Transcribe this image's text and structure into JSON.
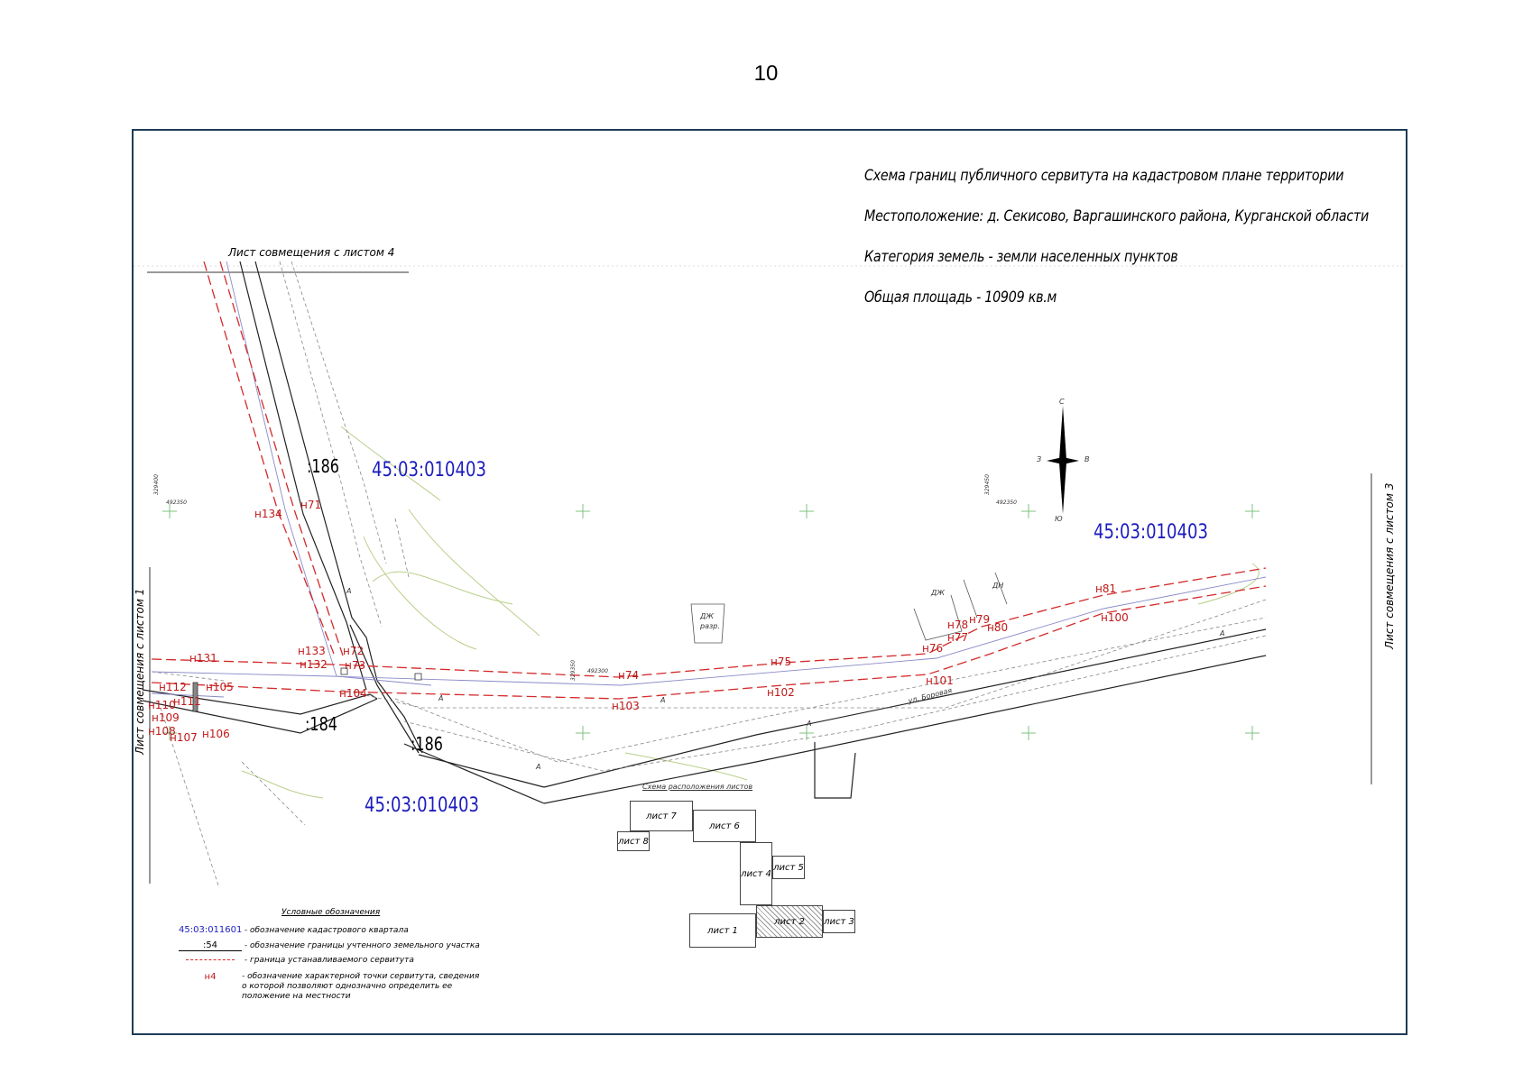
{
  "page_number": "10",
  "title": {
    "line1": "Схема границ публичного сервитута на кадастровом плане территории",
    "line2": "Местоположение: д. Секисово, Варгашинского района, Курганской области",
    "line3": "Категория земель - земли населенных пунктов",
    "line4": "Общая площадь - 10909 кв.м"
  },
  "match_lines": {
    "top": "Лист совмещения с листом 4",
    "left": "Лист совмещения с листом 1",
    "right": "Лист совмещения с листом 3"
  },
  "cadastral_quarters": {
    "q1": "45:03:010403",
    "q2": "45:03:010403",
    "q3": "45:03:010403"
  },
  "parcels": {
    "p1": ":186",
    "p2": ":186",
    "p3": ":184"
  },
  "points": {
    "n71": "н71",
    "n72": "н72",
    "n73": "н73",
    "n74": "н74",
    "n75": "н75",
    "n76": "н76",
    "n77": "н77",
    "n78": "н78",
    "n79": "н79",
    "n80": "н80",
    "n81": "н81",
    "n100": "н100",
    "n101": "н101",
    "n102": "н102",
    "n103": "н103",
    "n104": "н104",
    "n105": "н105",
    "n106": "н106",
    "n107": "н107",
    "n108": "н108",
    "n109": "н109",
    "n110": "н110",
    "n111": "н111",
    "n112": "н112",
    "n131": "н131",
    "n132": "н132",
    "n133": "н133",
    "n134": "н134"
  },
  "map_labels": {
    "street": "ул. Боровая",
    "compass_n": "С",
    "compass_s": "Ю",
    "compass_w": "З",
    "compass_e": "В",
    "dzh1": "ДЖ",
    "dzh1_sub": "разр.",
    "dzh2": "ДЖ",
    "dn": "ДН",
    "road_a1": "А",
    "road_a2": "А",
    "road_a3": "А",
    "road_a4": "А",
    "road_a5": "А",
    "road_a6": "А",
    "coord1": "492350",
    "coord1v": "329400",
    "coord2": "492350",
    "coord2v": "329450",
    "coord3": "492300",
    "coord3v": "329350"
  },
  "sheet_scheme": {
    "title": "Схема расположения листов",
    "sheets": [
      "лист 7",
      "лист 6",
      "лист 8",
      "лист 4",
      "лист 5",
      "лист 2",
      "лист 3",
      "лист 1"
    ]
  },
  "legend": {
    "title": "Условные обозначения",
    "rows": [
      {
        "symbol": "45:03:011601",
        "text": "- обозначение кадастрового квартала"
      },
      {
        "symbol": ":54",
        "text": "- обозначение границы учтенного земельного участка"
      },
      {
        "symbol": "",
        "text": "- граница устанавливаемого сервитута"
      },
      {
        "symbol": "н4",
        "text": "- обозначение характерной точки сервитута, сведения о которой позволяют однозначно определить ее положение на местности"
      }
    ]
  },
  "colors": {
    "servitude_line": "#d42a2a",
    "cadastral_label": "#1c1cbf",
    "point_label": "#c01818",
    "frame": "#1f3b57"
  }
}
